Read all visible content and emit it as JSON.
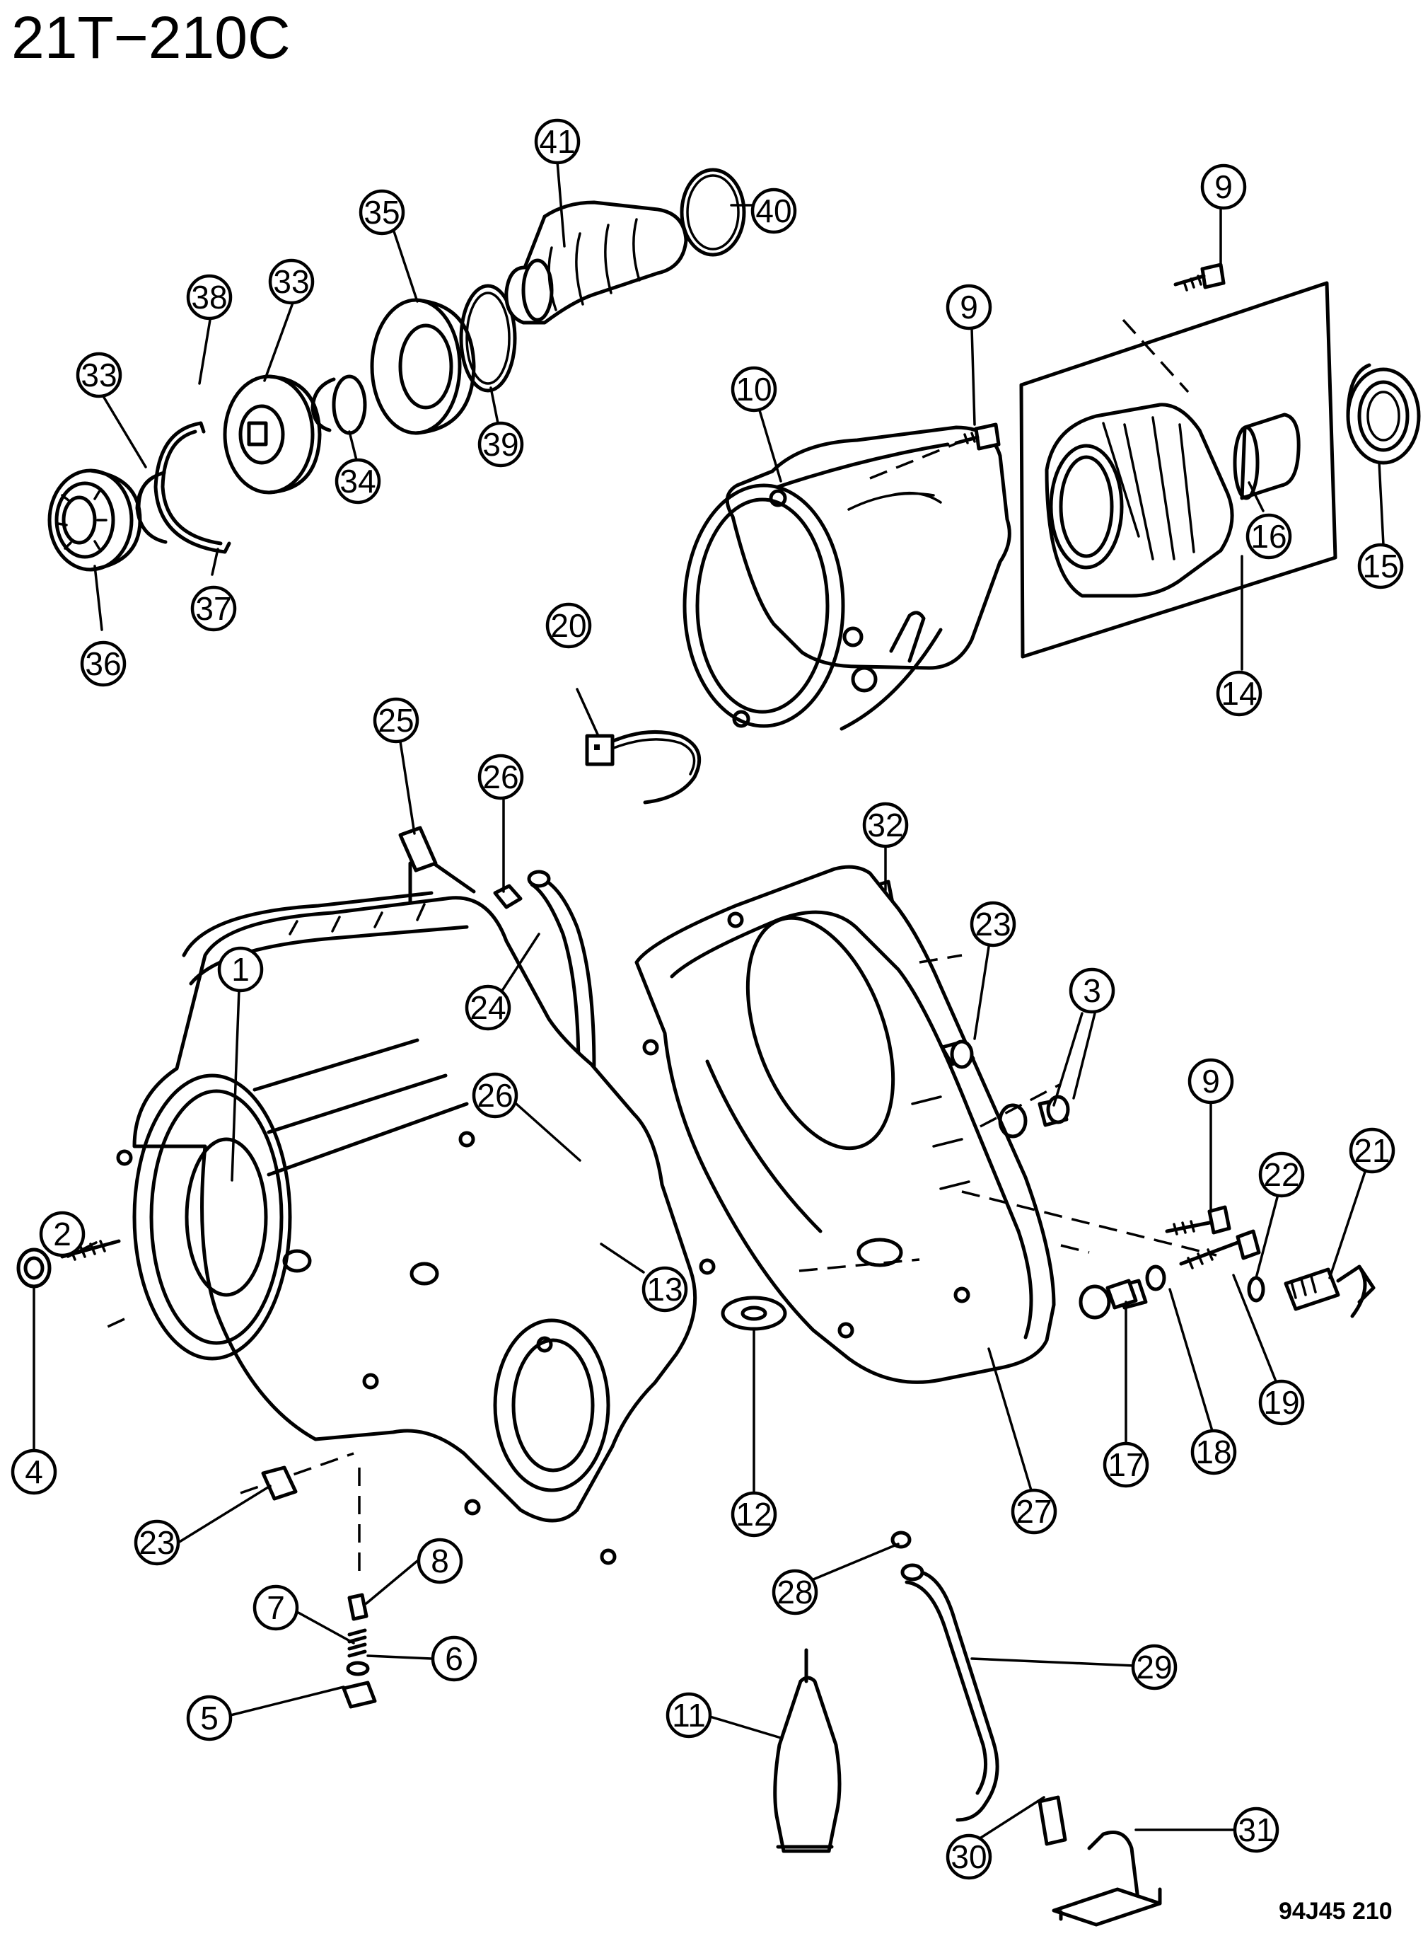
{
  "header": {
    "diagram_code": "21T−210C"
  },
  "footer": {
    "figure_id": "94J45 210"
  },
  "callouts": [
    {
      "id": "c-41",
      "label": "41"
    },
    {
      "id": "c-40",
      "label": "40"
    },
    {
      "id": "c-35",
      "label": "35"
    },
    {
      "id": "c-33a",
      "label": "33"
    },
    {
      "id": "c-38",
      "label": "38"
    },
    {
      "id": "c-33b",
      "label": "33"
    },
    {
      "id": "c-34",
      "label": "34"
    },
    {
      "id": "c-39",
      "label": "39"
    },
    {
      "id": "c-37",
      "label": "37"
    },
    {
      "id": "c-36",
      "label": "36"
    },
    {
      "id": "c-9a",
      "label": "9"
    },
    {
      "id": "c-9b",
      "label": "9"
    },
    {
      "id": "c-10",
      "label": "10"
    },
    {
      "id": "c-15",
      "label": "15"
    },
    {
      "id": "c-16",
      "label": "16"
    },
    {
      "id": "c-14",
      "label": "14"
    },
    {
      "id": "c-20",
      "label": "20"
    },
    {
      "id": "c-25",
      "label": "25"
    },
    {
      "id": "c-26a",
      "label": "26"
    },
    {
      "id": "c-32",
      "label": "32"
    },
    {
      "id": "c-23a",
      "label": "23"
    },
    {
      "id": "c-1",
      "label": "1"
    },
    {
      "id": "c-24",
      "label": "24"
    },
    {
      "id": "c-3",
      "label": "3"
    },
    {
      "id": "c-26b",
      "label": "26"
    },
    {
      "id": "c-9c",
      "label": "9"
    },
    {
      "id": "c-22",
      "label": "22"
    },
    {
      "id": "c-21",
      "label": "21"
    },
    {
      "id": "c-2",
      "label": "2"
    },
    {
      "id": "c-13",
      "label": "13"
    },
    {
      "id": "c-4",
      "label": "4"
    },
    {
      "id": "c-19",
      "label": "19"
    },
    {
      "id": "c-18",
      "label": "18"
    },
    {
      "id": "c-17",
      "label": "17"
    },
    {
      "id": "c-12",
      "label": "12"
    },
    {
      "id": "c-27",
      "label": "27"
    },
    {
      "id": "c-23b",
      "label": "23"
    },
    {
      "id": "c-8",
      "label": "8"
    },
    {
      "id": "c-7",
      "label": "7"
    },
    {
      "id": "c-6",
      "label": "6"
    },
    {
      "id": "c-5",
      "label": "5"
    },
    {
      "id": "c-28",
      "label": "28"
    },
    {
      "id": "c-29",
      "label": "29"
    },
    {
      "id": "c-11",
      "label": "11"
    },
    {
      "id": "c-30",
      "label": "30"
    },
    {
      "id": "c-31",
      "label": "31"
    }
  ]
}
